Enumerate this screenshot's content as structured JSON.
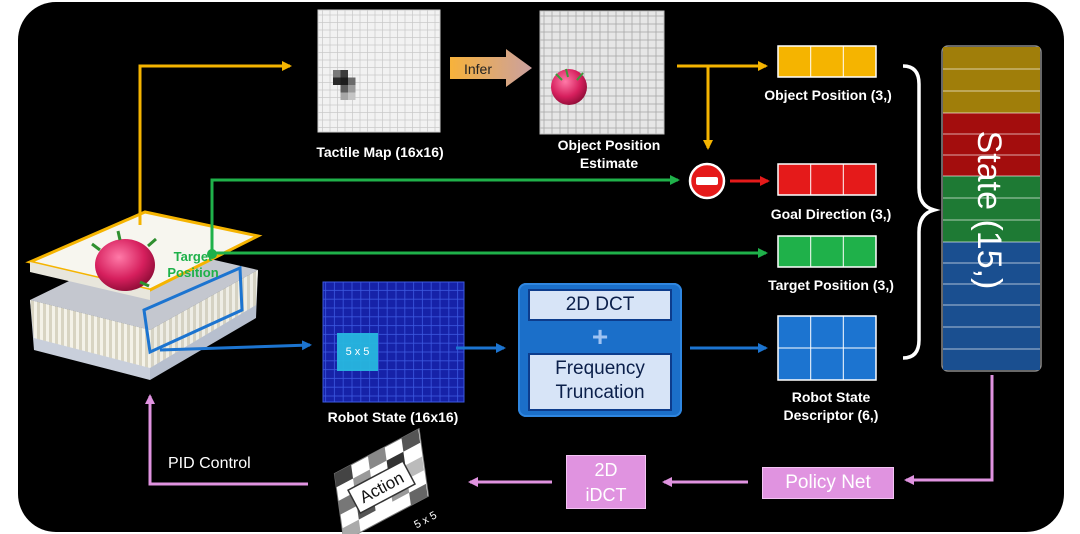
{
  "labels": {
    "tactile_map": "Tactile Map (16x16)",
    "infer": "Infer",
    "object_estimate": "Object Position\nEstimate",
    "object_position": "Object Position (3,)",
    "goal_direction_prefix": "Goal Direction (",
    "goal_direction_num": "3",
    "goal_direction_suffix": ",)",
    "target_position_tag": "Target\nPosition",
    "target_position": "Target Position (3,)",
    "robot_state": "Robot State (16x16)",
    "patch": "5 x 5",
    "dct": "2D DCT",
    "plus": "+",
    "freq_trunc": "Frequency\nTruncation",
    "descriptor_line1": "Robot State",
    "descriptor_prefix": "Descriptor (",
    "descriptor_num": "6",
    "descriptor_suffix": ",)",
    "state": "State (15,)",
    "policy_net": "Policy Net",
    "idct": "2D\niDCT",
    "action": "Action",
    "action_size": "5 x 5",
    "pid": "PID Control"
  },
  "colors": {
    "object": "#f5b400",
    "goal": "#e51a1a",
    "target": "#1fb14a",
    "robot": "#1c74d0",
    "policy": "#e093e0",
    "state_object": "#a07e0a",
    "state_goal": "#a30d0d",
    "state_target": "#1e7a34",
    "state_robot": "#1a4f90"
  }
}
